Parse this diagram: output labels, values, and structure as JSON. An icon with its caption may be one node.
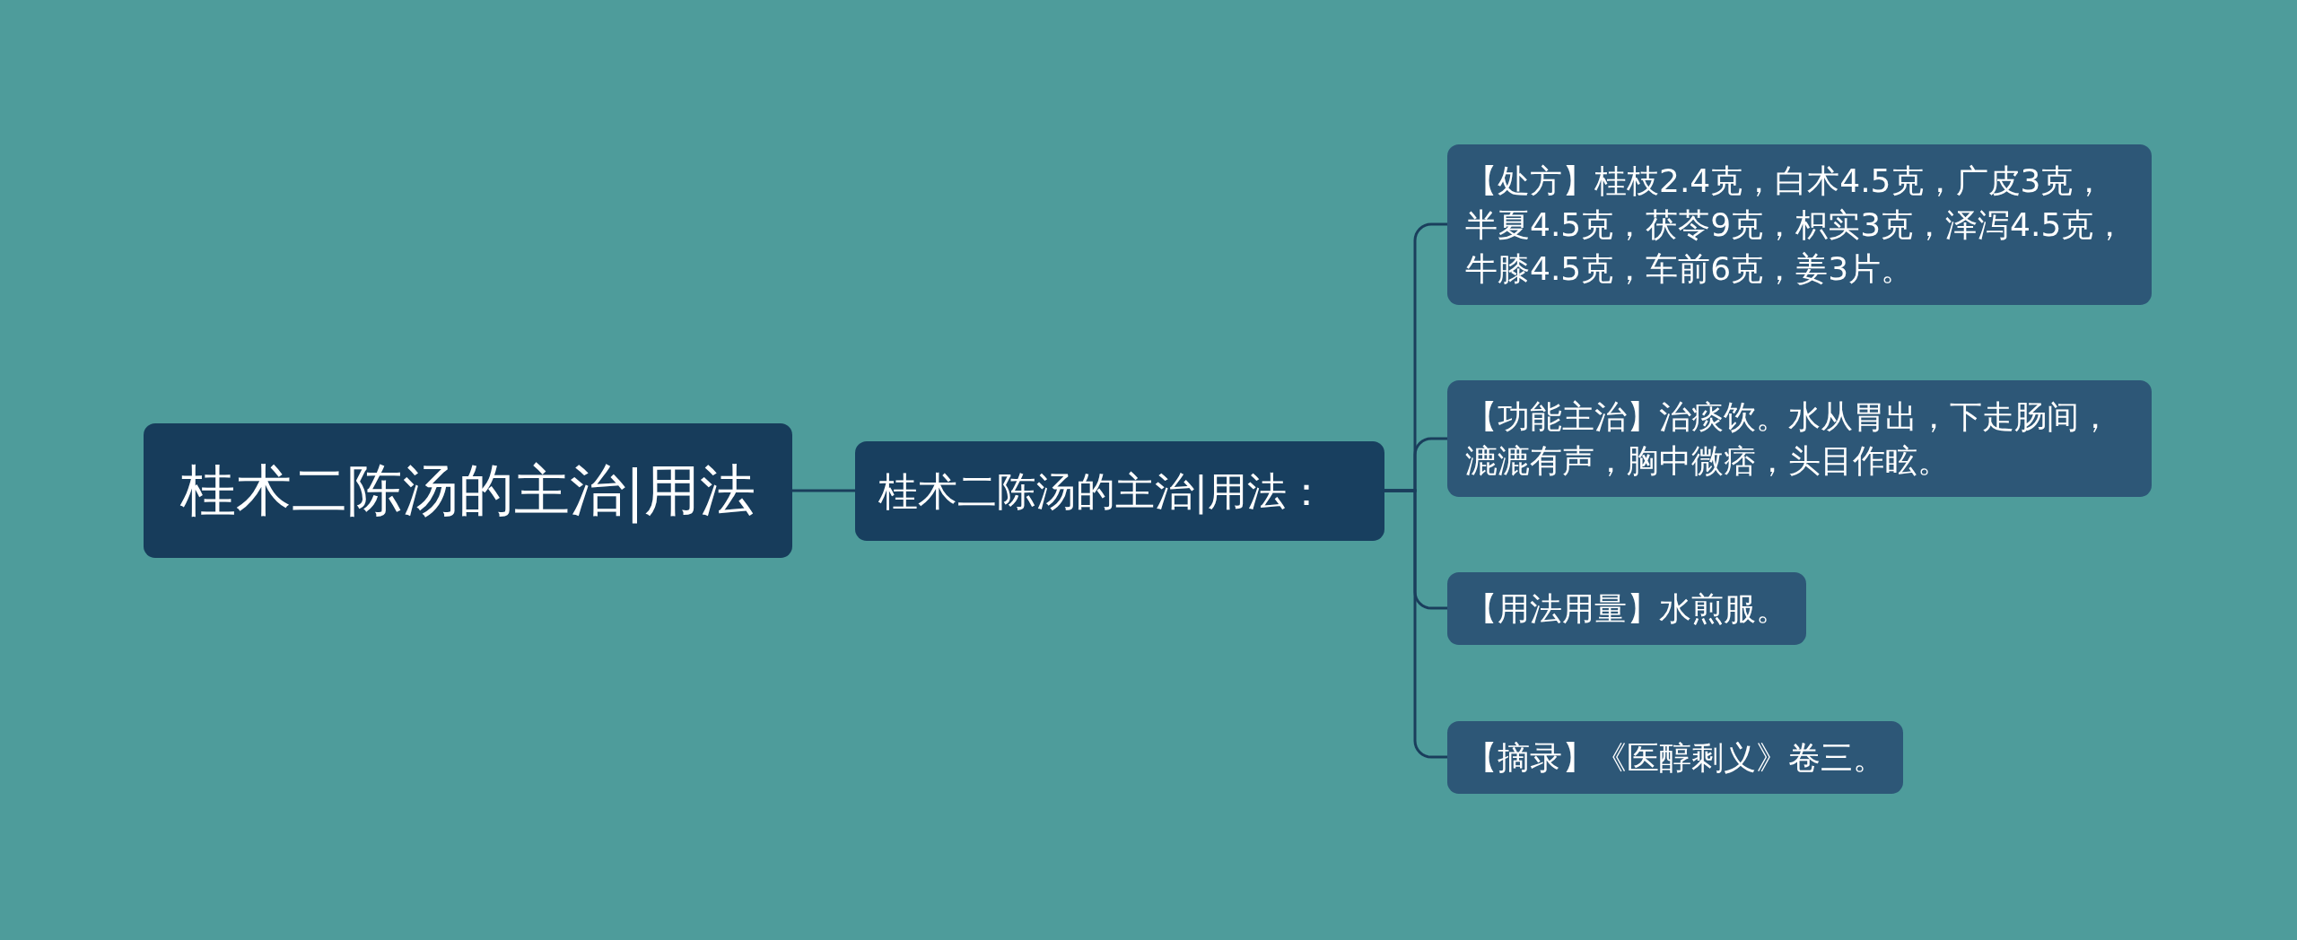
{
  "diagram": {
    "nodes": [
      {
        "text": [
          "桂术二陈汤的主治|用法"
        ]
      },
      {
        "text": [
          "桂术二陈汤的主治|用法："
        ]
      },
      {
        "text": [
          "【处方】桂枝2.4克，白术4.5克，广皮3克，半夏4.5克，茯苓9克，枳实3克，泽泻4.5克，牛膝4.5克，车前6克，姜3片。"
        ]
      },
      {
        "text": [
          "【功能主治】治痰饮。水从胃出，下走肠间，漉漉有声，胸中微痞，头目作眩。"
        ]
      },
      {
        "text": [
          "【用法用量】水煎服。"
        ]
      },
      {
        "text": [
          "【摘录】《医醇剩义》卷三。"
        ]
      }
    ],
    "edges": [
      {
        "from": 0,
        "to": 1,
        "arrow": "none"
      },
      {
        "from": 1,
        "to": 2,
        "arrow": "none"
      },
      {
        "from": 1,
        "to": 3,
        "arrow": "none"
      },
      {
        "from": 1,
        "to": 4,
        "arrow": "none"
      },
      {
        "from": 1,
        "to": 5,
        "arrow": "none"
      }
    ]
  }
}
